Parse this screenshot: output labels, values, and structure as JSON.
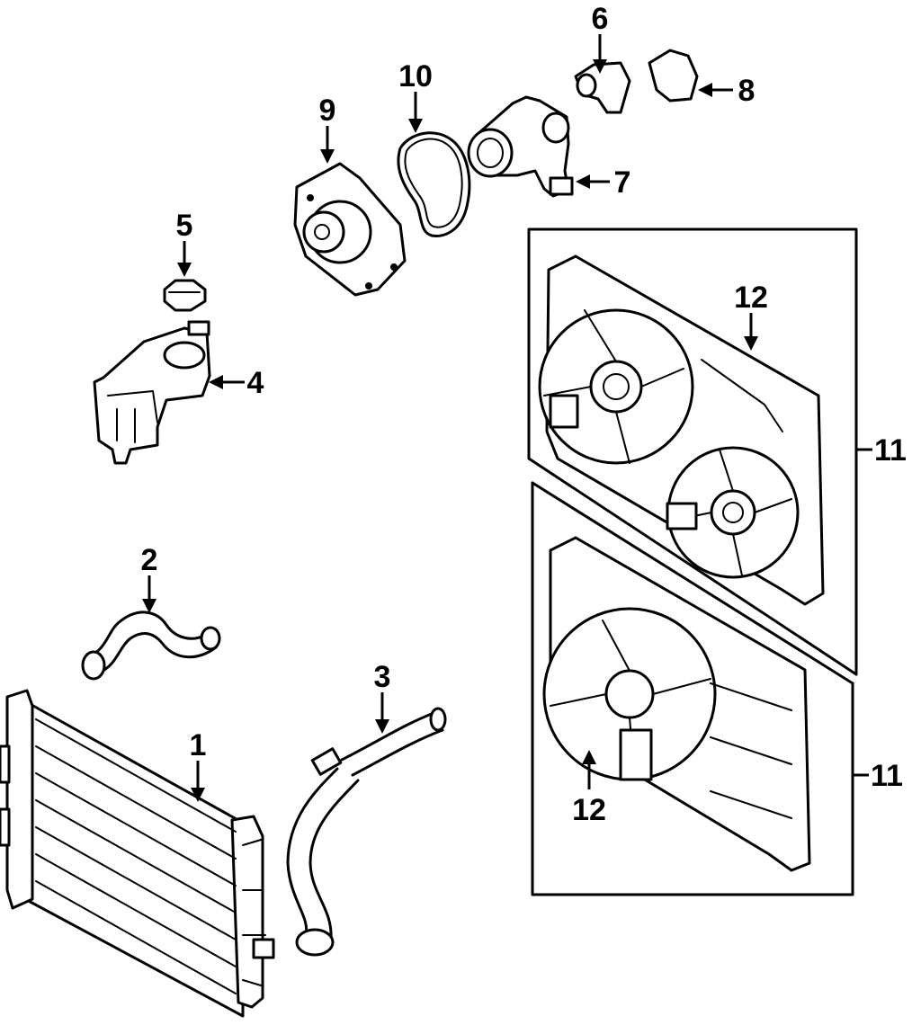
{
  "diagram": {
    "callouts": [
      {
        "id": "1",
        "label": "1",
        "part": "radiator"
      },
      {
        "id": "2",
        "label": "2",
        "part": "upper-hose"
      },
      {
        "id": "3",
        "label": "3",
        "part": "lower-hose"
      },
      {
        "id": "4",
        "label": "4",
        "part": "reservoir"
      },
      {
        "id": "5",
        "label": "5",
        "part": "reservoir-cap"
      },
      {
        "id": "6",
        "label": "6",
        "part": "sensor"
      },
      {
        "id": "7",
        "label": "7",
        "part": "thermostat-housing"
      },
      {
        "id": "8",
        "label": "8",
        "part": "gasket"
      },
      {
        "id": "9",
        "label": "9",
        "part": "water-pump"
      },
      {
        "id": "10",
        "label": "10",
        "part": "pump-gasket"
      },
      {
        "id": "11",
        "label": "11",
        "part": "fan-assembly-upper"
      },
      {
        "id": "11b",
        "label": "11",
        "part": "fan-assembly-lower"
      },
      {
        "id": "12",
        "label": "12",
        "part": "fan-motor-upper"
      },
      {
        "id": "12b",
        "label": "12",
        "part": "fan-motor-lower"
      }
    ]
  }
}
